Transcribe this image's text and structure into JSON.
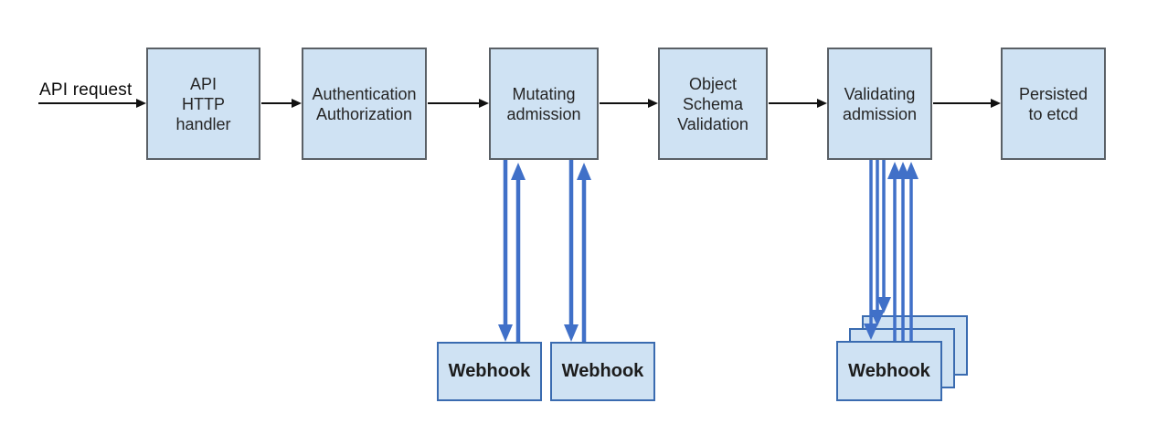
{
  "diagram": {
    "request_label": "API request",
    "stages": [
      {
        "id": "api-http-handler",
        "label": "API\nHTTP\nhandler"
      },
      {
        "id": "authentication-authorization",
        "label": "Authentication\nAuthorization"
      },
      {
        "id": "mutating-admission",
        "label": "Mutating\nadmission"
      },
      {
        "id": "object-schema-validation",
        "label": "Object\nSchema\nValidation"
      },
      {
        "id": "validating-admission",
        "label": "Validating\nadmission"
      },
      {
        "id": "persisted-to-etcd",
        "label": "Persisted\nto etcd"
      }
    ],
    "mutating_webhooks": [
      {
        "label": "Webhook"
      },
      {
        "label": "Webhook"
      }
    ],
    "validating_webhooks": [
      {
        "label": "Webhook"
      }
    ],
    "colors": {
      "box_fill": "#cfe2f3",
      "box_border": "#5a6066",
      "webhook_border": "#3a6bb0",
      "arrow_blue": "#4070c8",
      "arrow_black": "#111111",
      "text": "#252525"
    }
  }
}
